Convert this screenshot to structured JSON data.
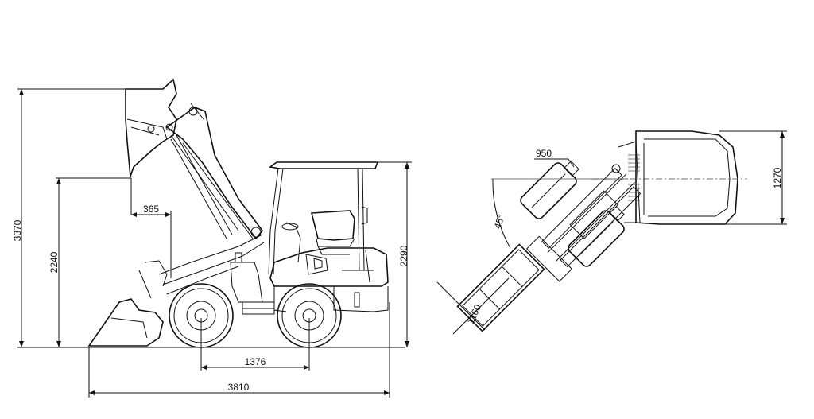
{
  "drawing": {
    "line_color": "#111111",
    "background": "#ffffff"
  },
  "side_view": {
    "dimensions": {
      "max_height": "3370",
      "pin_height": "2240",
      "dump_reach": "365",
      "cab_height": "2290",
      "wheelbase": "1376",
      "overall_length": "3810"
    }
  },
  "top_view": {
    "dimensions": {
      "articulation_width": "950",
      "steer_angle": "45°",
      "bucket_width": "1160",
      "rear_width": "1270"
    }
  }
}
